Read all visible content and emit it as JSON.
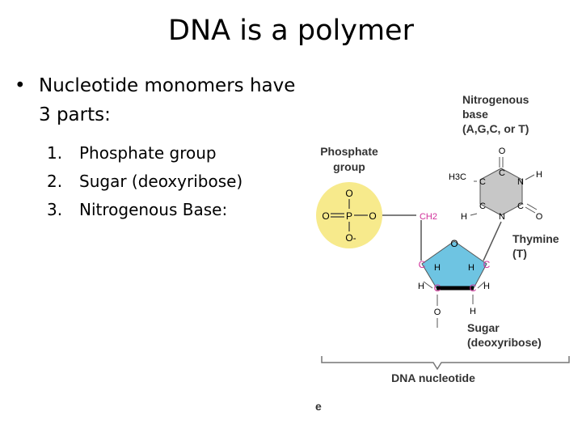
{
  "slide": {
    "title": "DNA is a polymer",
    "bullet": "Nucleotide monomers have 3 parts:",
    "bullet_marker": "•",
    "parts": [
      {
        "num": "1.",
        "label": "Phosphate group"
      },
      {
        "num": "2.",
        "label": "Sugar (deoxyribose)"
      },
      {
        "num": "3.",
        "label": "Nitrogenous Base:"
      }
    ]
  },
  "diagram": {
    "labels": {
      "phosphate_1": "Phosphate",
      "phosphate_2": "group",
      "base_1": "Nitrogenous",
      "base_2": "base",
      "base_3": "(A,G,C, or T)",
      "thymine_1": "Thymine",
      "thymine_2": "(T)",
      "sugar_1": "Sugar",
      "sugar_2": "(deoxyribose)",
      "nucleotide": "DNA nucleotide",
      "fragment": "e"
    },
    "atoms": {
      "O": "O",
      "P": "P",
      "O_minus": "O-",
      "C": "C",
      "N": "N",
      "H": "H",
      "CH2": "CH2",
      "H3C": "H3C"
    },
    "colors": {
      "phosphate_fill": "#f7ea8c",
      "sugar_fill": "#6ec4e2",
      "base_fill": "#c7c7c7",
      "carbon_magenta": "#d0309a",
      "line": "#555555"
    }
  }
}
